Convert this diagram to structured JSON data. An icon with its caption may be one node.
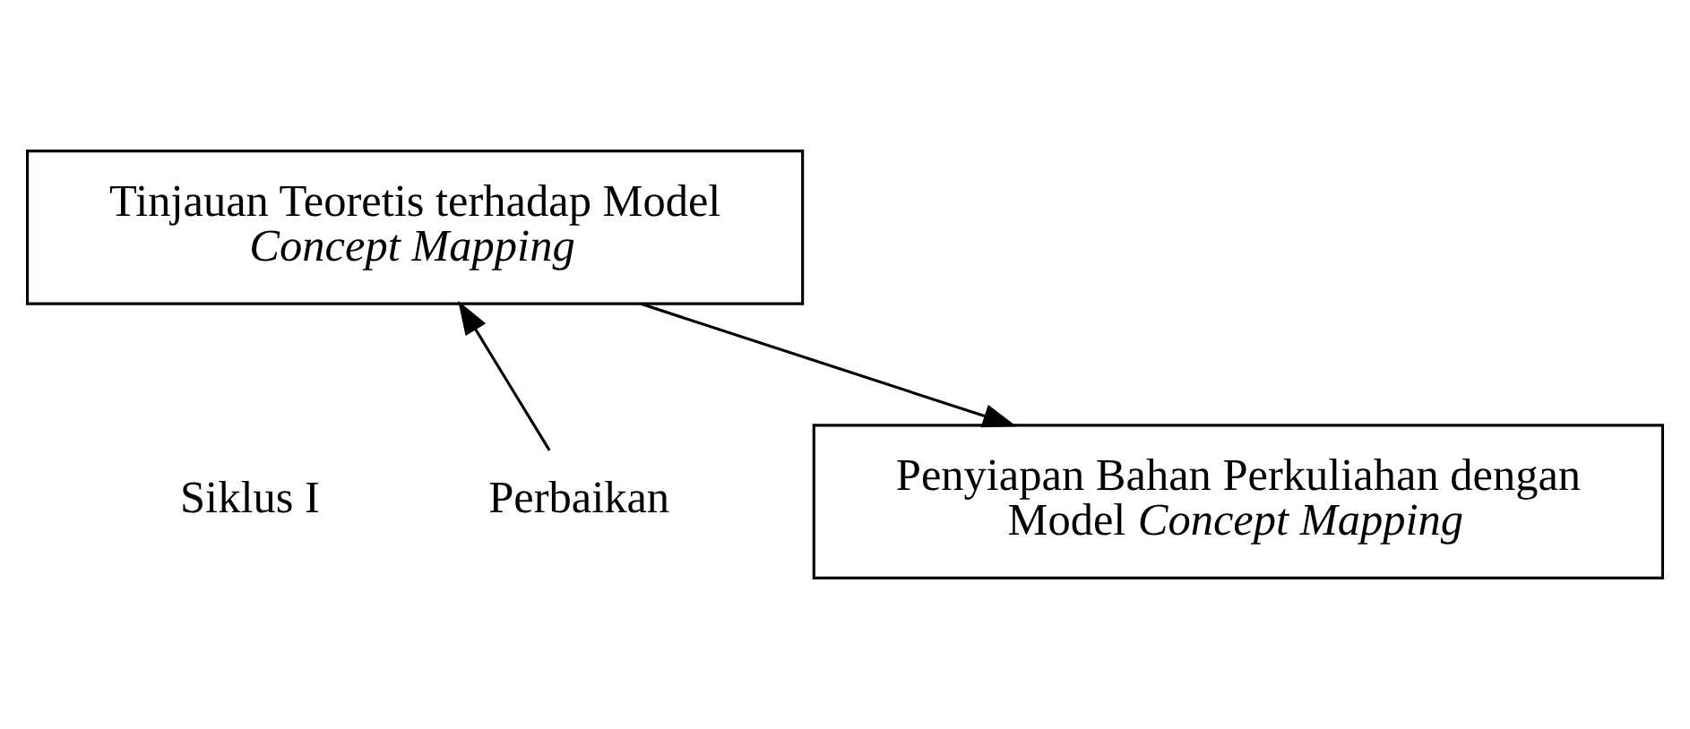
{
  "diagram": {
    "nodes": [
      {
        "text": [
          "Tinjauan Teoretis terhadap Model *Concept Mapping*"
        ]
      },
      {
        "text": [
          "Penyiapan Bahan Perkuliahan dengan Model *Concept Mapping*"
        ]
      },
      {
        "text": [
          "Perbaikan"
        ]
      }
    ],
    "edges": [
      {
        "from": 0,
        "to": 1,
        "arrow": "to"
      },
      {
        "from": 2,
        "to": 0,
        "arrow": "to"
      }
    ],
    "labels": [
      "Siklus I"
    ]
  }
}
